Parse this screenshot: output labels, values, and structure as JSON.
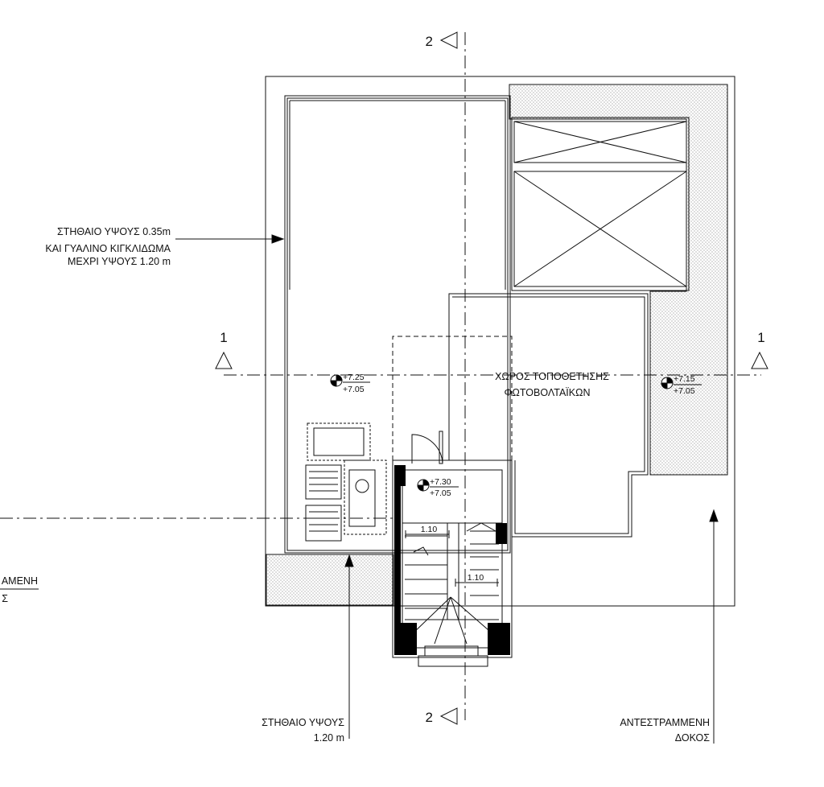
{
  "annotations": {
    "parapet_glass": [
      "ΣΤΗΘΑΙΟ ΥΨΟΥΣ 0.35m",
      "ΚΑΙ ΓΥΑΛΙΝΟ ΚΙΓΚΛΙΔΩΜΑ",
      "ΜΕΧΡΙ ΥΨΟΥΣ 1.20 m"
    ],
    "parapet_bottom": [
      "ΣΤΗΘΑΙΟ ΥΨΟΥΣ",
      "1.20 m"
    ],
    "beam_right": [
      "ΑΝΤΕΣΤΡΑΜΜΕΝΗ",
      "ΔΟΚΟΣ"
    ],
    "beam_left_partial": [
      "ΑΜΕΝΗ",
      "Σ"
    ],
    "pv_area": [
      "ΧΩΡΟΣ ΤΟΠΟΘΕΤΗΣΗΣ",
      "ΦΩΤΟΒΟΛΤΑΪΚΩΝ"
    ]
  },
  "levels": [
    {
      "id": "terrace",
      "top": "+7.25",
      "bottom": "+7.05"
    },
    {
      "id": "pv",
      "top": "+7.15",
      "bottom": "+7.05"
    },
    {
      "id": "stair",
      "top": "+7.30",
      "bottom": "+7.05"
    }
  ],
  "dimensions": {
    "stair_width_a": "1.10",
    "stair_width_b": "1.10"
  },
  "sections": {
    "section_1": "1",
    "section_2": "2"
  },
  "colors": {
    "line": "#111111",
    "hatch": "#bdbdbd",
    "wall_fill": "#000000"
  }
}
